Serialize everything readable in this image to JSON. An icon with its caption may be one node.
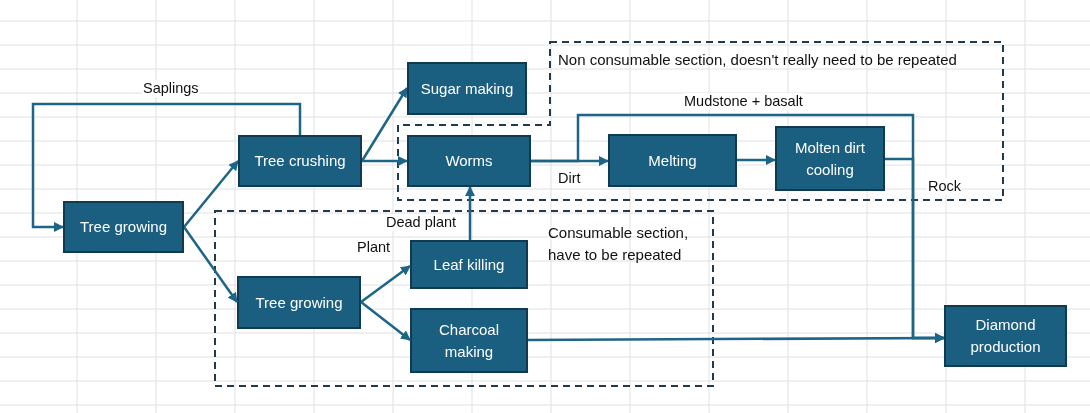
{
  "diagram": {
    "nodes": [
      {
        "text": [
          "Tree growing"
        ]
      },
      {
        "text": [
          "Tree crushing"
        ]
      },
      {
        "text": [
          "Sugar making"
        ]
      },
      {
        "text": [
          "Non consumable section, doesn't really need to be repeated"
        ]
      },
      {
        "text": [
          "Worms"
        ],
        "in": 3
      },
      {
        "text": [
          "Melting"
        ],
        "in": 3
      },
      {
        "text": [
          "Molten dirt cooling"
        ],
        "in": 3
      },
      {
        "text": [
          "Consumable section, have to be repeated"
        ]
      },
      {
        "text": [
          "Tree growing"
        ],
        "in": 7
      },
      {
        "text": [
          "Leaf killing"
        ],
        "in": 7
      },
      {
        "text": [
          "Charcoal making"
        ],
        "in": 7
      },
      {
        "text": [
          "Diamond production"
        ]
      }
    ],
    "edges": [
      {
        "from": 1,
        "to": 0,
        "arrow": "to",
        "label": "Saplings"
      },
      {
        "from": 0,
        "to": 1,
        "arrow": "to"
      },
      {
        "from": 0,
        "to": 8,
        "arrow": "to"
      },
      {
        "from": 1,
        "to": 2,
        "arrow": "to"
      },
      {
        "from": 1,
        "to": 4,
        "arrow": "to"
      },
      {
        "from": 4,
        "to": 5,
        "arrow": "to",
        "label": "Dirt"
      },
      {
        "from": 4,
        "to": 11,
        "arrow": "to",
        "label": "Mudstone + basalt"
      },
      {
        "from": 5,
        "to": 6,
        "arrow": "to"
      },
      {
        "from": 6,
        "to": 11,
        "arrow": "to",
        "label": "Rock"
      },
      {
        "from": 8,
        "to": 9,
        "arrow": "to",
        "label": "Plant"
      },
      {
        "from": 8,
        "to": 10,
        "arrow": "to"
      },
      {
        "from": 9,
        "to": 4,
        "arrow": "to",
        "label": "Dead plant"
      },
      {
        "from": 10,
        "to": 11,
        "arrow": "to"
      }
    ]
  }
}
